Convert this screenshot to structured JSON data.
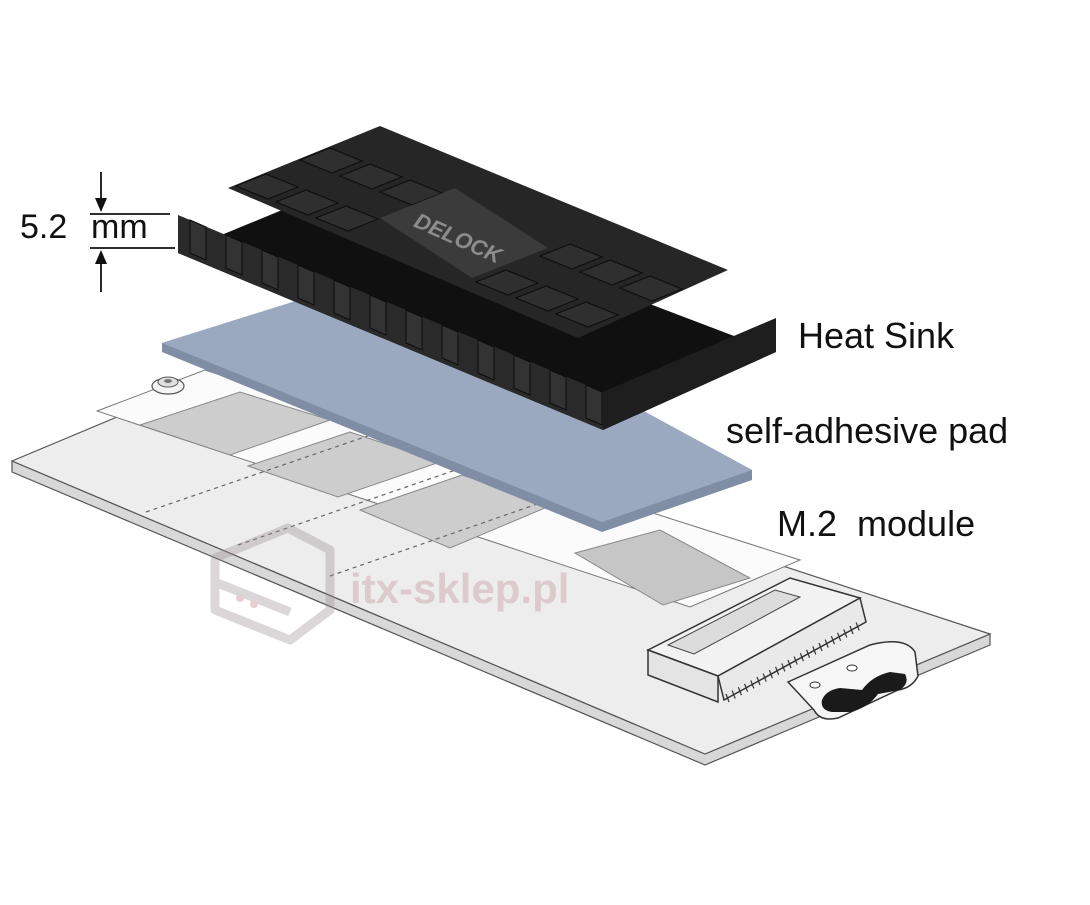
{
  "labels": {
    "dimension_value": "5.2",
    "dimension_unit": "mm",
    "heat_sink": "Heat Sink",
    "pad": "self-adhesive pad",
    "module": "M.2  module"
  },
  "brand_logo_text": "DELOCK",
  "watermark_text": "itx-sklep.pl",
  "colors": {
    "heat_sink": "#1c1c1c",
    "pad": "#9aa9c0",
    "module_board": "#ececec",
    "chip": "#c8c8c8",
    "outline": "#444444"
  }
}
